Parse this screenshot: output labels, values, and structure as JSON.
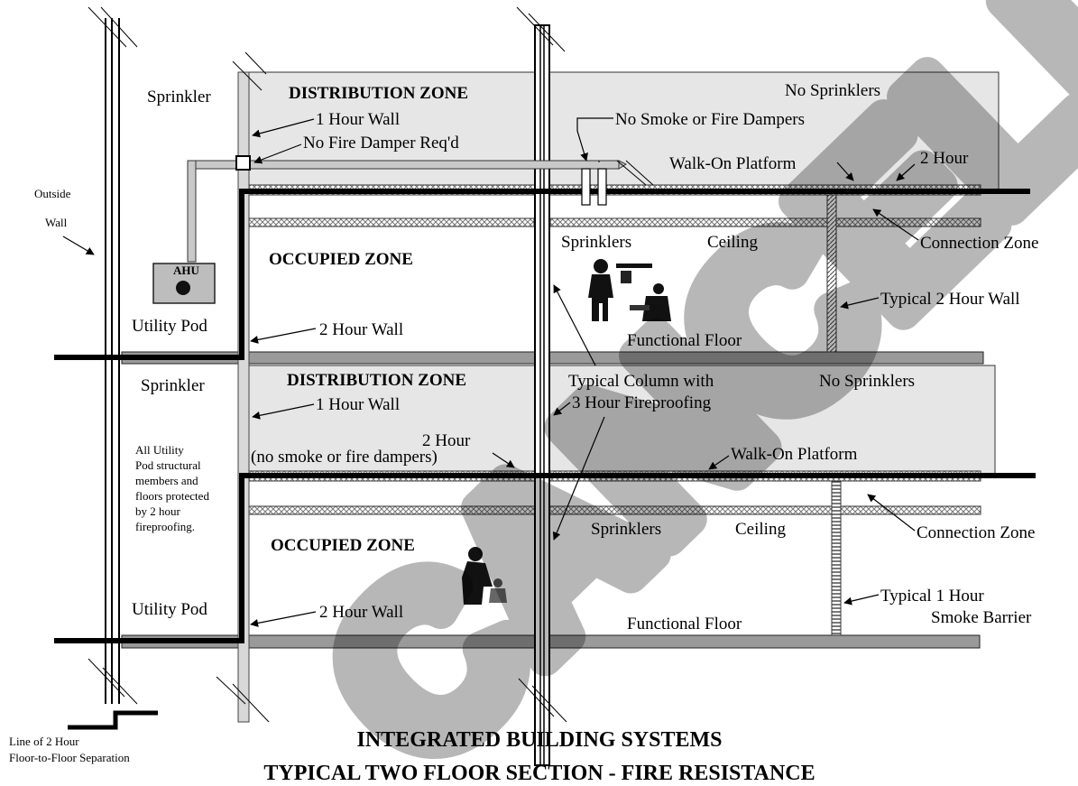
{
  "title": {
    "line1": "INTEGRATED BUILDING SYSTEMS",
    "line2": "TYPICAL TWO FLOOR SECTION - FIRE RESISTANCE"
  },
  "watermark": "CANCELLED",
  "legend": {
    "line1": "Line of 2 Hour",
    "line2": "Floor-to-Floor Separation"
  },
  "outside_wall": {
    "line1": "Outside",
    "line2": "Wall"
  },
  "upper_floor": {
    "sprinkler": "Sprinkler",
    "distribution_zone": "DISTRIBUTION ZONE",
    "one_hour_wall": "1 Hour Wall",
    "no_fire_damper": "No Fire Damper Req'd",
    "no_sprinklers": "No Sprinklers",
    "no_smoke_or_fire_dampers": "No Smoke or Fire Dampers",
    "walk_on_platform": "Walk-On Platform",
    "two_hour": "2 Hour",
    "ahu": "AHU",
    "occupied_zone": "OCCUPIED ZONE",
    "sprinklers": "Sprinklers",
    "ceiling": "Ceiling",
    "connection_zone": "Connection Zone",
    "typical_2_hour_wall": "Typical 2 Hour Wall",
    "utility_pod": "Utility Pod",
    "two_hour_wall": "2 Hour Wall",
    "functional_floor": "Functional Floor"
  },
  "lower_floor": {
    "sprinkler": "Sprinkler",
    "distribution_zone": "DISTRIBUTION ZONE",
    "one_hour_wall": "1 Hour Wall",
    "column_line1": "Typical Column with",
    "column_line2": "3 Hour Fireproofing",
    "no_sprinklers": "No Sprinklers",
    "two_hour_line1": "2 Hour",
    "two_hour_line2": "(no smoke or fire dampers)",
    "walk_on_platform": "Walk-On Platform",
    "pod_note": [
      "All Utility",
      "Pod structural",
      "members and",
      "floors protected",
      "by 2 hour",
      "fireproofing."
    ],
    "sprinklers": "Sprinklers",
    "ceiling": "Ceiling",
    "connection_zone": "Connection Zone",
    "occupied_zone": "OCCUPIED ZONE",
    "smoke_barrier_line1": "Typical 1 Hour",
    "smoke_barrier_line2": "Smoke Barrier",
    "utility_pod": "Utility Pod",
    "two_hour_wall": "2 Hour Wall",
    "functional_floor": "Functional Floor"
  }
}
